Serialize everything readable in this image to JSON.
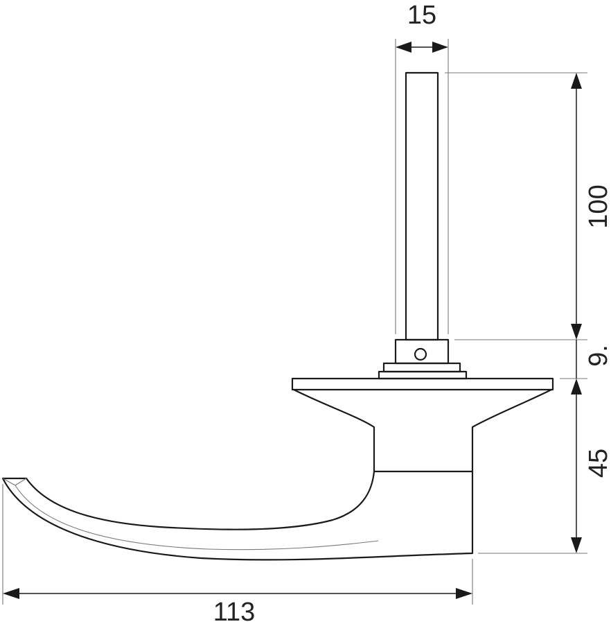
{
  "dimensions": {
    "spindle_width": "15",
    "spindle_length": "100",
    "collar_height": "9.",
    "body_height": "45",
    "overall_length": "113"
  }
}
